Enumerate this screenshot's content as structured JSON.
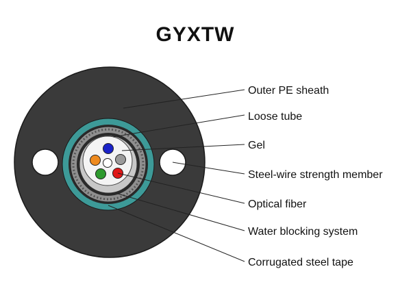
{
  "title": "GYXTW",
  "labels": {
    "outer_sheath": "Outer PE sheath",
    "loose_tube": "Loose tube",
    "gel": "Gel",
    "strength_member": "Steel-wire strength member",
    "optical_fiber": "Optical fiber",
    "water_blocking": "Water blocking system",
    "steel_tape": "Corrugated steel tape"
  },
  "colors": {
    "sheath": "#3a3a3a",
    "water_blocking": "#3d9a98",
    "steel_tape": "#8f8f8f",
    "loose_tube": "#c8c8c8",
    "gel": "#f4f4f4",
    "fibers": [
      "#1a22c8",
      "#9a9a9a",
      "#e01818",
      "#2e9a2e",
      "#ee8a1e",
      "#ffffff"
    ]
  }
}
